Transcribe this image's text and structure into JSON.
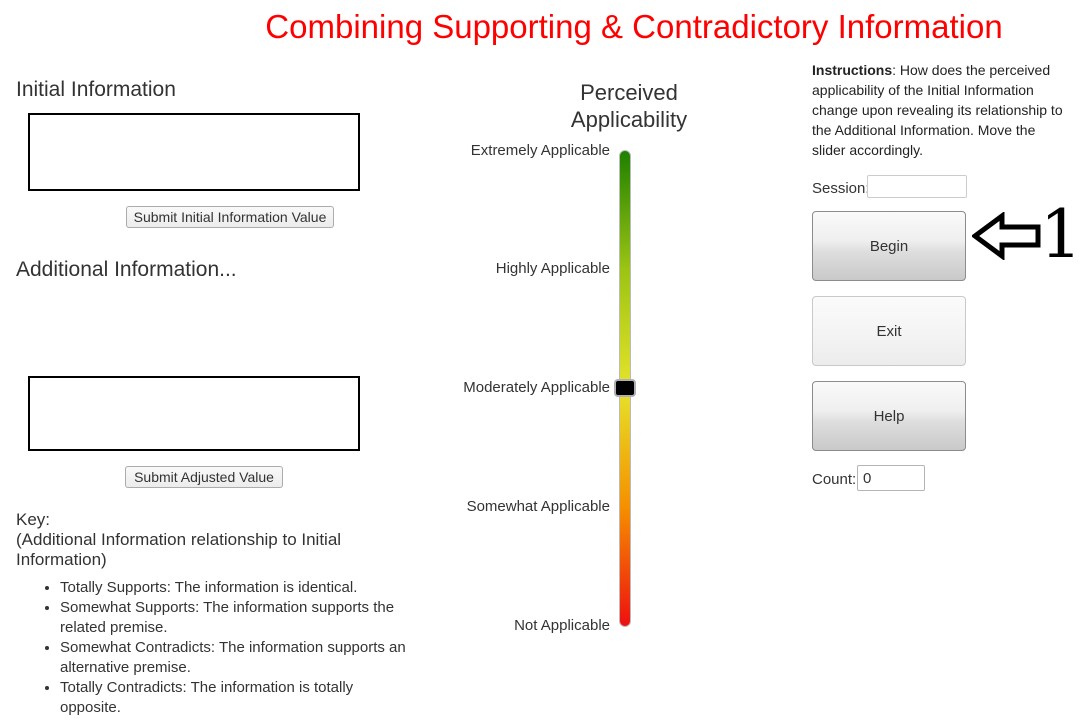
{
  "title": "Combining Supporting & Contradictory Information",
  "left": {
    "initial_heading": "Initial Information",
    "submit_initial_label": "Submit Initial Information Value",
    "additional_heading": "Additional Information...",
    "submit_adjusted_label": "Submit Adjusted Value",
    "key": {
      "heading_line1": "Key:",
      "heading_line2": "(Additional Information relationship to Initial Information)",
      "items": [
        "Totally Supports: The information is identical.",
        "Somewhat Supports: The information supports the related premise.",
        "Somewhat Contradicts: The information supports an alternative premise.",
        "Totally Contradicts: The information is totally opposite."
      ]
    }
  },
  "slider": {
    "heading": "Perceived Applicability",
    "labels": [
      "Extremely Applicable",
      "Highly Applicable",
      "Moderately Applicable",
      "Somewhat Applicable",
      "Not Applicable"
    ],
    "current_value_label": "Moderately Applicable",
    "gradient_colors": [
      "#1f8000",
      "#9cc414",
      "#e6e32a",
      "#f59000",
      "#ee1010"
    ],
    "handle_color": "#000000"
  },
  "right": {
    "instructions_label": "Instructions",
    "instructions_text": ": How does the perceived applicability of the Initial Information change upon revealing its relationship to the Additional Information. Move the slider accordingly.",
    "session_label": "Session:",
    "session_value": "",
    "begin_label": "Begin",
    "exit_label": "Exit",
    "help_label": "Help",
    "count_label": "Count:",
    "count_value": "0",
    "annotation_number": "1"
  },
  "colors": {
    "title_red": "#ff0000",
    "heading_gray": "#333333"
  }
}
